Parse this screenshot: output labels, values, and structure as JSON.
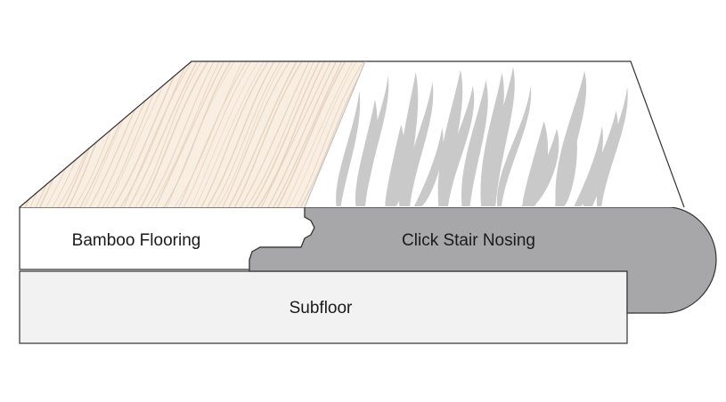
{
  "labels": {
    "bamboo": "Bamboo Flooring",
    "nosing": "Click Stair Nosing",
    "subfloor": "Subfloor"
  },
  "colors": {
    "bamboo_top": "#f8eee2",
    "bamboo_grain": "#e6d3bf",
    "nosing_top": "#ffffff",
    "nosing_grain": "#c9c9c9",
    "nosing_body": "#a7a7aa",
    "subfloor": "#f2f2f2",
    "bamboo_side": "#ffffff",
    "outline": "#333333"
  }
}
